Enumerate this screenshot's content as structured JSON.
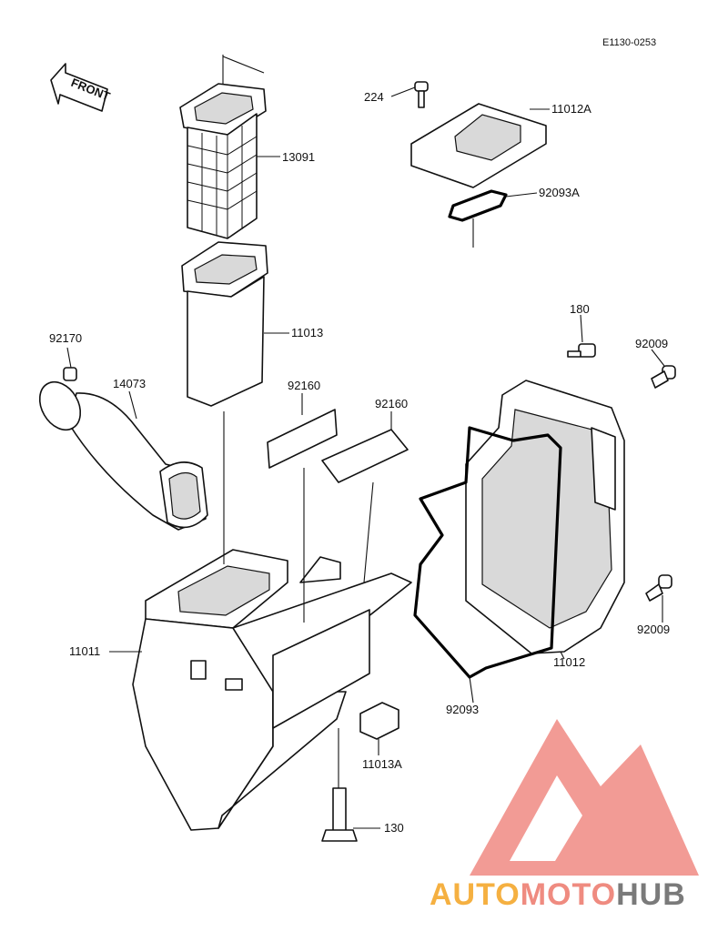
{
  "diagram_code": "E1130-0253",
  "front_label": "FRONT",
  "parts": {
    "p224": "224",
    "p11012A": "11012A",
    "p92093A": "92093A",
    "p13091": "13091",
    "p11013": "11013",
    "p92170": "92170",
    "p14073": "14073",
    "p92160a": "92160",
    "p92160b": "92160",
    "p180": "180",
    "p92009a": "92009",
    "p92009b": "92009",
    "p11011": "11011",
    "p11012": "11012",
    "p92093": "92093",
    "p11013A": "11013A",
    "p130": "130"
  },
  "watermark": {
    "part1": "AUTO",
    "part2": "MOTO",
    "part3": "HUB",
    "colors": {
      "auto": "#f5b041",
      "moto": "#ef8b80",
      "hub": "#7a7a7a",
      "logo": "#f08a82"
    }
  }
}
